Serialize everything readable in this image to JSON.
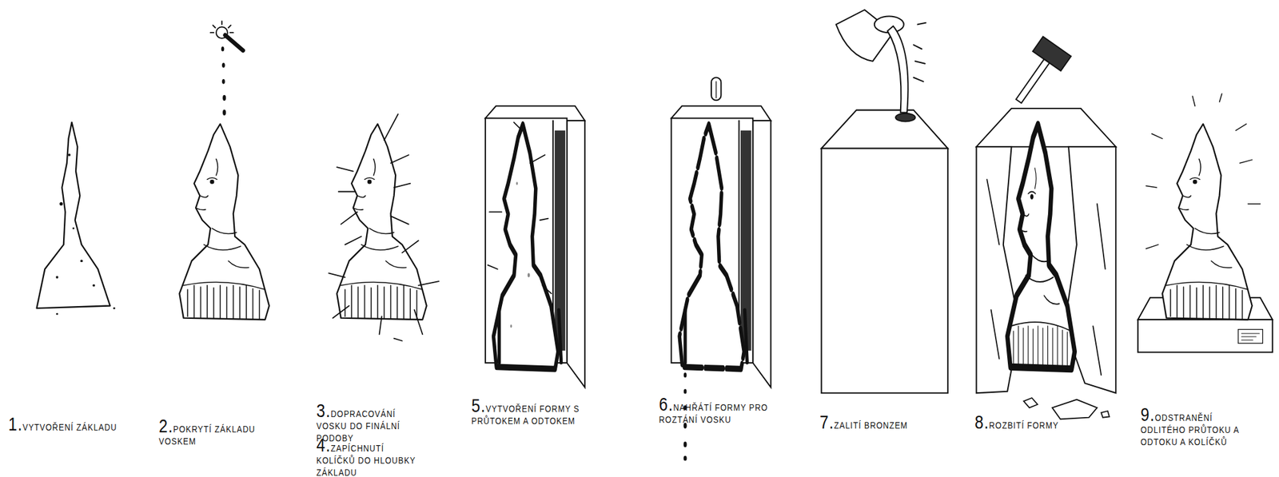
{
  "diagram": {
    "labels": [
      "1.VYTVOŘENÍ ZÁKLADU",
      "2.POKRYTÍ ZÁKLADU VOSKEM",
      "3.DOPRACOVÁNÍ VOSKU DO FINÁLNÍ PODOBY",
      "4.ZAPÍCHNUTÍ KOLÍČKŮ DO HLOUBKY ZÁKLADU",
      "5.VYTVOŘENÍ FORMY S PRŮTOKEM A ODTOKEM",
      "6.NAHŘÁTÍ FORMY PRO ROZTÁNÍ VOSKU",
      "7.ZALITÍ BRONZEM",
      "8.ROZBITÍ FORMY",
      "9.ODSTRANĚNÍ ODLITÉHO PRŮTOKU A ODTOKU A KOLÍČKŮ"
    ]
  }
}
